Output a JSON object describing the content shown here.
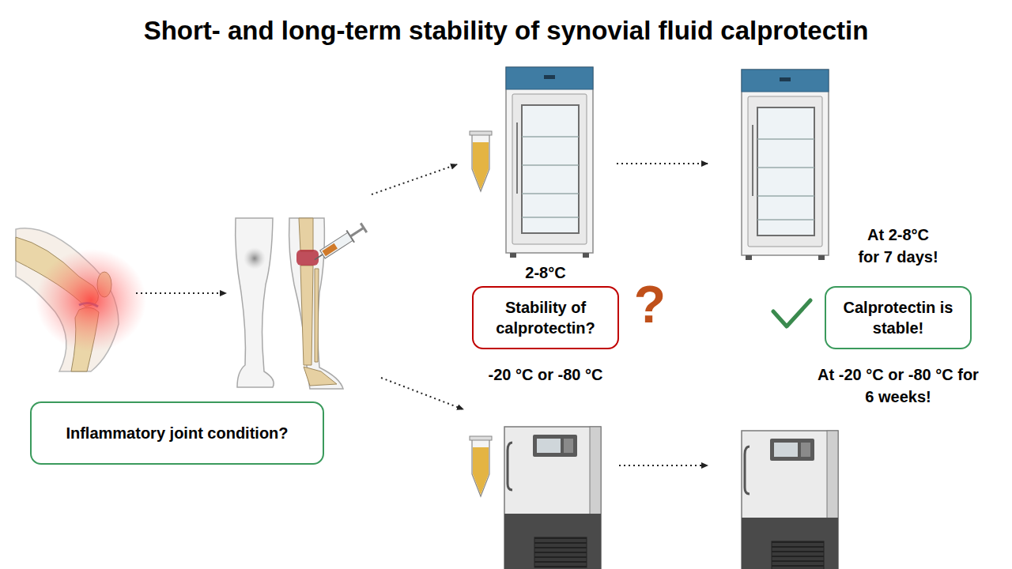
{
  "diagram": {
    "title": "Short- and long-term stability of synovial fluid calprotectin",
    "nodes": [
      {
        "text": [
          "Inflammatory joint condition?"
        ]
      },
      {
        "text": [
          "Stability of calprotectin?"
        ]
      },
      {
        "text": [
          "Calprotectin is stable!"
        ]
      }
    ],
    "labels": [
      "At 2-8°C for 7 days!",
      "2-8°C",
      "?",
      "-20 °C or -80 °C",
      "At -20 °C or -80 °C for 6 weeks!"
    ]
  }
}
